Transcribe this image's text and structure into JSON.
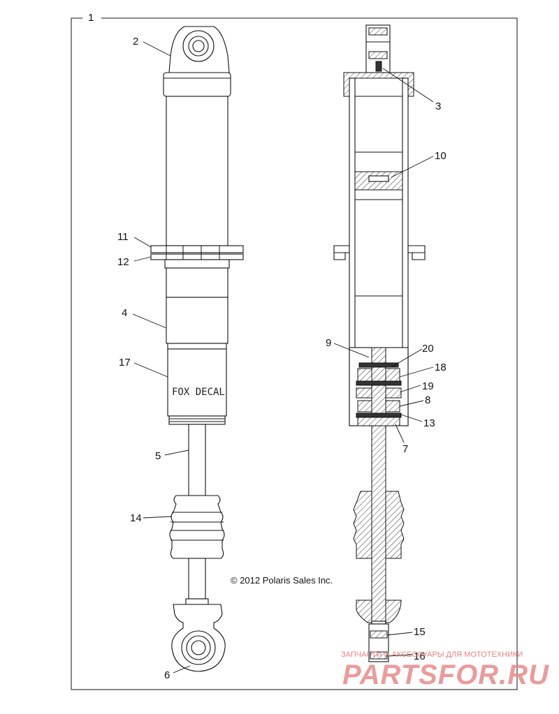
{
  "labels": {
    "l1": "1",
    "l2": "2",
    "l3": "3",
    "l4": "4",
    "l5": "5",
    "l6": "6",
    "l7": "7",
    "l8": "8",
    "l9": "9",
    "l10": "10",
    "l11": "11",
    "l12": "12",
    "l13": "13",
    "l14": "14",
    "l15": "15",
    "l16": "16",
    "l17": "17",
    "l18": "18",
    "l19": "19",
    "l20": "20"
  },
  "decal_text": "FOX DECAL",
  "copyright": "© 2012 Polaris Sales Inc.",
  "watermark": {
    "tagline": "ЗАПЧАСТИ И АКСЕССУАРЫ ДЛЯ МОТОТЕХНИКИ",
    "brand": "PARTSFOR.RU"
  }
}
